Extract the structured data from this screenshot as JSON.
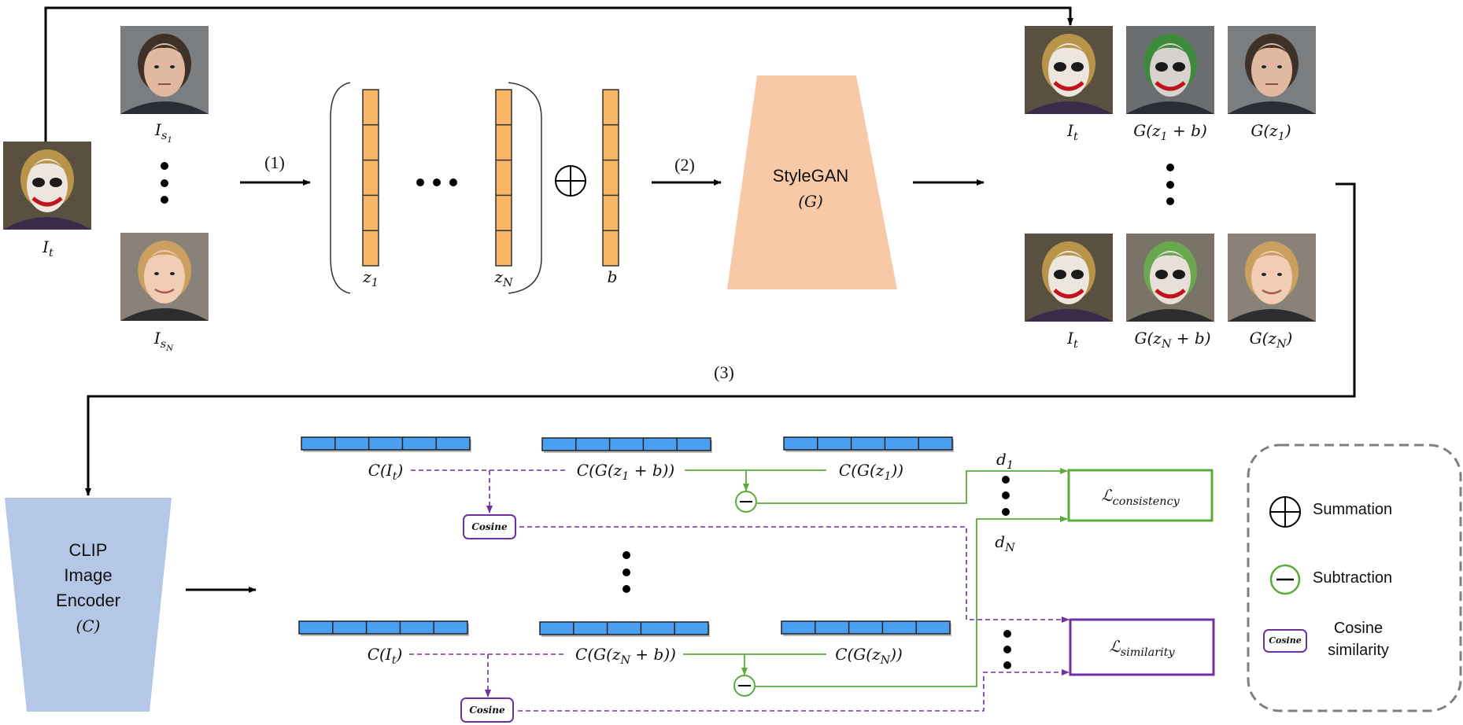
{
  "steps": {
    "s1": "(1)",
    "s2": "(2)",
    "s3": "(3)"
  },
  "inputs": {
    "target": "I_t",
    "source_first": "I_{s_1}",
    "source_last": "I_{s_N}"
  },
  "latents": {
    "z1": "z_1",
    "zN": "z_N",
    "bias": "b"
  },
  "generator": {
    "name": "StyleGAN",
    "symbol": "(G)"
  },
  "outputs": {
    "row1": [
      "I_t",
      "G(z_1 + b)",
      "G(z_1)"
    ],
    "rowN": [
      "I_t",
      "G(z_N + b)",
      "G(z_N)"
    ]
  },
  "encoder": {
    "line1": "CLIP",
    "line2": "Image",
    "line3": "Encoder",
    "symbol": "(C)"
  },
  "embeddings": {
    "row1": [
      "C(I_t)",
      "C(G(z_1 + b))",
      "C(G(z_1))"
    ],
    "rowN": [
      "C(I_t)",
      "C(G(z_N + b))",
      "C(G(z_N))"
    ]
  },
  "cosine_label": "Cosine",
  "distances": {
    "d1": "d_1",
    "dN": "d_N"
  },
  "losses": {
    "consistency": "ℒ_consistency",
    "similarity": "ℒ_similarity"
  },
  "legend": {
    "summation": "Summation",
    "subtraction": "Subtraction",
    "cosine_line1": "Cosine",
    "cosine_line2": "similarity",
    "cosine_icon": "Cosine"
  },
  "photos": {
    "source_first": "man-portrait",
    "source_last": "woman-portrait",
    "target": "joker-portrait",
    "edited_first": "man-joker-edit",
    "edited_last": "woman-joker-edit"
  },
  "colors": {
    "latent_fill": "#f9b765",
    "embedding_fill": "#4a9ff0",
    "stylegan_fill": "#f8c9a6",
    "clip_fill": "#b4c7e7",
    "green": "#5aac3b",
    "purple": "#7030a0",
    "legend_border": "#7f7f7f"
  }
}
